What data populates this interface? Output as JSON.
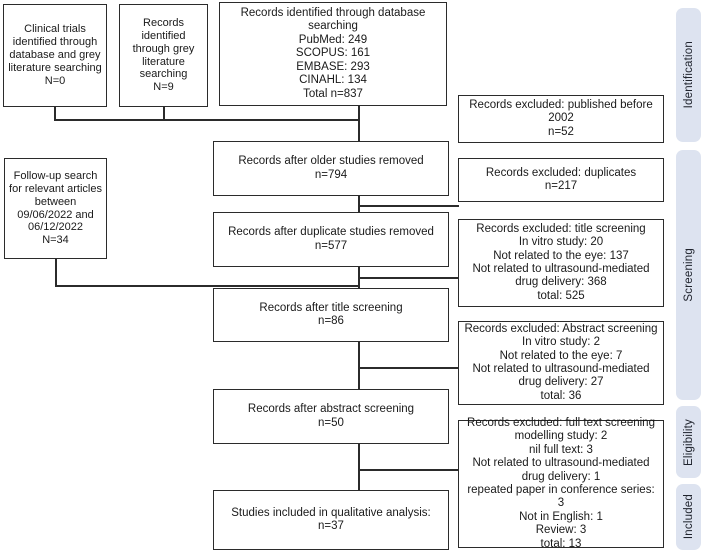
{
  "diagram": {
    "title": "PRISMA flow diagram of study selection",
    "accent_color": "#dde3f0",
    "line_color": "#2b2b2b"
  },
  "sources": [
    {
      "name": "clinical-trials-box",
      "text": "Clinical trials identified through database and grey literature searching\nN=0"
    },
    {
      "name": "grey-literature-box",
      "text": "Records identified through grey literature searching\nN=9"
    },
    {
      "name": "database-search-box",
      "text": "Records identified through database searching\nPubMed: 249\nSCOPUS: 161\nEMBASE: 293\nCINAHL: 134\nTotal n=837"
    },
    {
      "name": "follow-up-search-box",
      "text": "Follow-up search for relevant articles between 09/06/2022 and 06/12/2022\nN=34"
    }
  ],
  "stages": [
    {
      "name": "records-after-older-studies-removed",
      "text": "Records after older studies removed\nn=794"
    },
    {
      "name": "records-after-duplicate-studies-removed",
      "text": "Records after duplicate studies removed\nn=577"
    },
    {
      "name": "records-after-title-screening",
      "text": "Records after title screening\nn=86"
    },
    {
      "name": "records-after-abstract-screening",
      "text": "Records after abstract screening\nn=50"
    },
    {
      "name": "studies-included-qualitative-analysis",
      "text": "Studies included in qualitative analysis:\nn=37"
    }
  ],
  "exclusions": [
    {
      "name": "excluded-published-before-2002",
      "text": "Records excluded: published before 2002\nn=52"
    },
    {
      "name": "excluded-duplicates",
      "text": "Records excluded: duplicates\nn=217"
    },
    {
      "name": "excluded-title-screening",
      "text": "Records excluded: title screening\nIn vitro study: 20\nNot related to the eye: 137\nNot related to ultrasound-mediated drug delivery: 368\ntotal: 525"
    },
    {
      "name": "excluded-abstract-screening",
      "text": "Records excluded: Abstract screening\nIn vitro study: 2\nNot related to the eye: 7\nNot related to ultrasound-mediated drug delivery: 27\ntotal: 36"
    },
    {
      "name": "excluded-full-text-screening",
      "text": "Records excluded: full text screening\nmodelling study: 2\nnil full text: 3\nNot related to ultrasound-mediated drug delivery: 1\nrepeated paper in conference series: 3\nNot in English: 1\nReview: 3\ntotal: 13"
    }
  ],
  "phases": [
    {
      "name": "phase-identification",
      "label": "Identification"
    },
    {
      "name": "phase-screening",
      "label": "Screening"
    },
    {
      "name": "phase-eligibility",
      "label": "Eligibility"
    },
    {
      "name": "phase-included",
      "label": "Included"
    }
  ]
}
